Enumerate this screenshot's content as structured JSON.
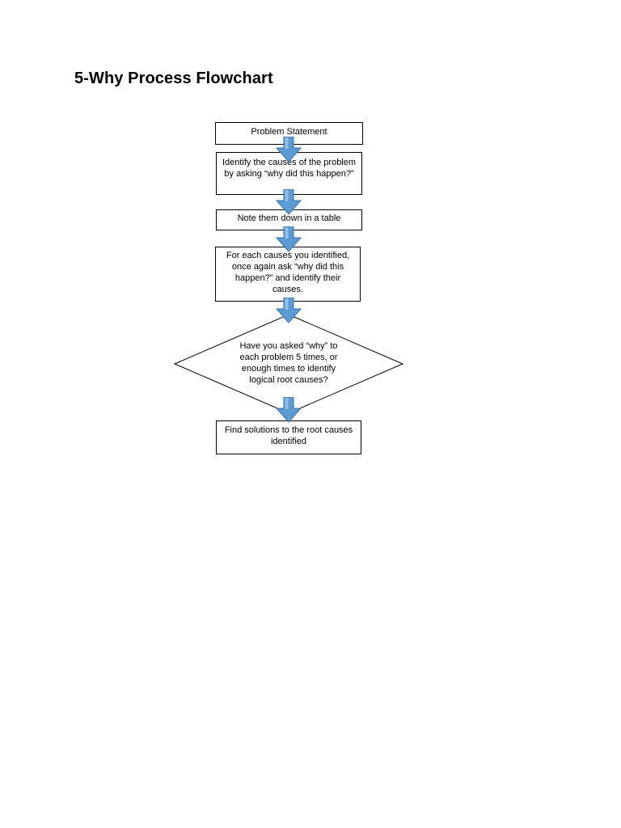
{
  "title": "5-Why Process Flowchart",
  "steps": {
    "problem_statement": "Problem Statement",
    "identify_causes": "Identify the causes of the problem by asking “why did this happen?”",
    "note_down": "Note them down in a table",
    "for_each_cause": "For each causes you identified, once again ask “why did this happen?” and identify their causes.",
    "decision": "Have you asked “why” to each problem 5 times, or enough times to identify logical root causes?",
    "find_solutions": "Find solutions to the root causes identified"
  },
  "colors": {
    "arrow_fill": "#5b9bd5",
    "arrow_highlight": "#a9cdef",
    "arrow_stroke": "#3a6fa6"
  }
}
